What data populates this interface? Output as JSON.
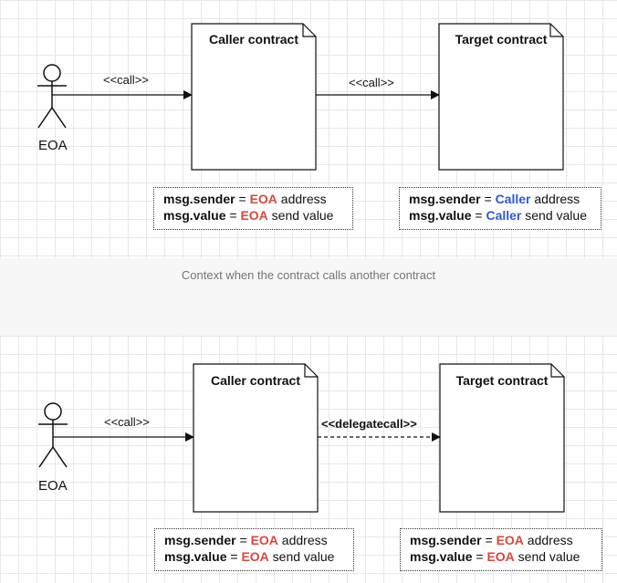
{
  "caption": "Context when the contract calls another contract",
  "top": {
    "actor": "EOA",
    "caller_title": "Caller contract",
    "target_title": "Target contract",
    "arrow1_label": "<<call>>",
    "arrow2_label": "<<call>>",
    "caller_note": {
      "sender_key": "msg.sender",
      "sender_eq": " = ",
      "sender_who": "EOA",
      "sender_rest": " address",
      "value_key": "msg.value",
      "value_eq": " = ",
      "value_who": "EOA",
      "value_rest": " send value"
    },
    "target_note": {
      "sender_key": "msg.sender",
      "sender_eq": " = ",
      "sender_who": "Caller",
      "sender_rest": " address",
      "value_key": "msg.value",
      "value_eq": " = ",
      "value_who": "Caller",
      "value_rest": " send value"
    }
  },
  "bottom": {
    "actor": "EOA",
    "caller_title": "Caller contract",
    "target_title": "Target contract",
    "arrow1_label": "<<call>>",
    "arrow2_label": "<<delegatecall>>",
    "caller_note": {
      "sender_key": "msg.sender",
      "sender_eq": " = ",
      "sender_who": "EOA",
      "sender_rest": " address",
      "value_key": "msg.value",
      "value_eq": " = ",
      "value_who": "EOA",
      "value_rest": " send value"
    },
    "target_note": {
      "sender_key": "msg.sender",
      "sender_eq": " = ",
      "sender_who": "EOA",
      "sender_rest": " address",
      "value_key": "msg.value",
      "value_eq": " = ",
      "value_who": "EOA",
      "value_rest": " send value"
    }
  },
  "colors": {
    "eoa_highlight": "#d9473a",
    "caller_highlight": "#2f58d8",
    "grid_line": "#e8e8e8"
  }
}
